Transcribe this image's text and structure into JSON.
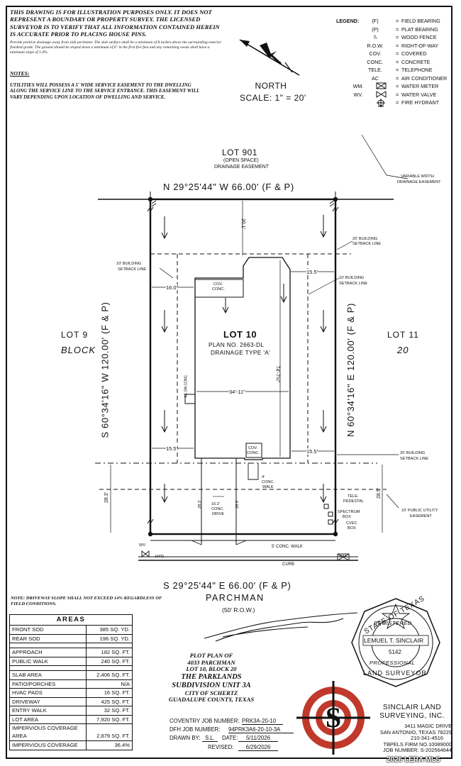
{
  "disclaimer": "THIS DRAWING IS FOR ILLUSTRATION PURPOSES ONLY. IT DOES NOT REPRESENT A BOUNDARY OR PROPERTY SURVEY. THE LICENSED SURVEYOR IS TO VERIFY THAT ALL INFORMATION CONTAINED HEREIN IS ACCURATE PRIOR TO PLACING HOUSE PINS.",
  "drainage_note": "Provide positive drainage away from slab perimeter. The slab surface shall be a minimum of 8 inches above the surrounding exterior finished grade. The ground should be sloped down a minimum of 6\" in the first five feet and any remaining swale shall have a minimum slope of 1.0%.",
  "notes_label": "NOTES:",
  "utilities_note": "UTILITIES WILL POSSESS A 5' WIDE SERVICE EASEMENT TO THE DWELLING ALONG THE SERVICE LINE TO THE SERVICE ENTRANCE. THIS EASEMENT WILL VARY DEPENDING UPON LOCATION OF DWELLING AND SERVICE.",
  "legend": {
    "title": "LEGEND:",
    "items": [
      {
        "symbol": "(F)",
        "label": "FIELD BEARING"
      },
      {
        "symbol": "(P)",
        "label": "PLAT BEARING"
      },
      {
        "symbol": "\\\\",
        "label": "WOOD FENCE"
      },
      {
        "symbol": "R.O.W.",
        "label": "RIGHT-OF-WAY"
      },
      {
        "symbol": "COV.",
        "label": "COVERED"
      },
      {
        "symbol": "CONC.",
        "label": "CONCRETE"
      },
      {
        "symbol": "TELE.",
        "label": "TELEPHONE"
      },
      {
        "symbol": "AC",
        "label": "AIR CONDITIONER"
      },
      {
        "symbol": "WM.",
        "label": "WATER METER"
      },
      {
        "symbol": "WV.",
        "label": "WATER VALVE"
      },
      {
        "symbol": "",
        "label": "FIRE HYDRANT"
      }
    ]
  },
  "north": {
    "label": "NORTH",
    "scale": "SCALE: 1\" = 20'"
  },
  "plan": {
    "lot_901": "LOT 901",
    "open_space": "(OPEN SPACE)",
    "drainage_easement": "DRAINAGE EASEMENT",
    "variable_easement_1": "VARIABLE WIDTH",
    "variable_easement_2": "DRAINAGE EASEMENT",
    "north_bearing": "N 29°25'44\" W 66.00' (F & P)",
    "south_bearing": "S 29°25'44\" E 66.00' (F & P)",
    "west_bearing": "S 60°34'16\" W 120.00' (F & P)",
    "east_bearing": "N 60°34'16\" E 120.00' (F & P)",
    "lot_9": "LOT 9",
    "block": "BLOCK",
    "lot_11": "LOT 11",
    "block_no": "20",
    "lot_10": "LOT 10",
    "plan_no": "PLAN NO. 2663-DL",
    "drainage_type": "DRAINAGE TYPE 'A'",
    "rear_setback_1": "20' BUILDING",
    "rear_setback_2": "SETBACK LINE",
    "side_setback_w1": "10' BUILDING",
    "side_setback_w2": "SETBACK LINE",
    "side_setback_e1": "10' BUILDING",
    "side_setback_e2": "SETBACK LINE",
    "front_setback_1": "25' BUILDING",
    "front_setback_2": "SETBACK LINE",
    "utility_easement_1": "10' PUBLIC UTILITY",
    "utility_easement_2": "EASEMENT",
    "dim_rear": "20.1'",
    "dim_west_top": "16.0'",
    "dim_east_top": "15.5'",
    "dim_house_width": "34'-11\"",
    "dim_house_depth": "74'-7½\"",
    "dim_west_bottom": "15.5'",
    "dim_east_bottom": "15.5'",
    "dim_front_west": "28.3'",
    "dim_front_east": "28.5'",
    "dim_drive_left": "28.3'",
    "dim_drive_right": "28.3'",
    "cov_conc_top_1": "COV.",
    "cov_conc_top_2": "CONC.",
    "ac_pad": "AC ON CONC.",
    "cov_conc_front_1": "COV.",
    "cov_conc_front_2": "CONC.",
    "walk_1": "4'",
    "walk_2": "CONC.",
    "walk_3": "WALK",
    "drive_1": "16.2'",
    "drive_2": "CONC.",
    "drive_3": "DRIVE",
    "tele_pedestal_1": "TELE.",
    "tele_pedestal_2": "PEDESTAL",
    "spectrum_1": "SPECTRUM",
    "spectrum_2": "BOX",
    "cvec_1": "CVEC",
    "cvec_2": "BOX",
    "conc_walk": "5' CONC. WALK",
    "curb": "CURB",
    "wv": "WV.",
    "hyd": "HYD.",
    "wm": "WM."
  },
  "street": {
    "name": "PARCHMAN",
    "row": "(50' R.O.W.)"
  },
  "driveway_note": "NOTE: DRIVEWAY SLOPE SHALL NOT EXCEED 14% REGARDLESS OF FIELD CONDITIONS.",
  "areas": {
    "title": "AREAS",
    "rows": [
      {
        "label": "FRONT SOD",
        "value": "385 SQ. YD."
      },
      {
        "label": "REAR SOD",
        "value": "196 SQ. YD."
      },
      {
        "label": "",
        "value": ""
      },
      {
        "label": "APPROACH",
        "value": "182 SQ. FT."
      },
      {
        "label": "PUBLIC WALK",
        "value": "240 SQ. FT."
      },
      {
        "label": "",
        "value": ""
      },
      {
        "label": "SLAB AREA",
        "value": "2,406 SQ. FT."
      },
      {
        "label": "PATIO/PORCHES",
        "value": "N/A"
      },
      {
        "label": "HVAC PADS",
        "value": "16 SQ. FT."
      },
      {
        "label": "DRIVEWAY",
        "value": "425 SQ. FT."
      },
      {
        "label": "ENTRY WALK",
        "value": "32 SQ. FT."
      },
      {
        "label": "LOT AREA",
        "value": "7,920 SQ. FT."
      },
      {
        "label": "IMPERVIOUS COVERAGE AREA",
        "value": "2,879 SQ. FT."
      },
      {
        "label": "IMPERVIOUS COVERAGE",
        "value": "36.4%"
      }
    ]
  },
  "plot_plan": {
    "l1": "PLOT PLAN OF",
    "l2": "4033 PARCHMAN",
    "l3": "LOT 10, BLOCK 20",
    "l4": "THE PARKLANDS",
    "l5": "SUBDIVISION UNIT 3A",
    "l6": "CITY OF SCHERTZ",
    "l7": "GUADALUPE COUNTY, TEXAS"
  },
  "job_info": {
    "coventry_label": "COVENTRY JOB NUMBER:",
    "coventry_value": "PRK3A-20-10",
    "dfh_label": "DFH JOB NUMBER:",
    "dfh_value": "94PRK3A6-20-10-3A",
    "drawn_label": "DRAWN BY:",
    "drawn_value": "S.L.",
    "date_label": "DATE:",
    "date_value": "5/11/2026",
    "revised_label": "REVISED:",
    "revised_value": "6/29/2026"
  },
  "seal": {
    "top": "STATE OF TEXAS",
    "registered": "REGISTERED",
    "name": "LEMUEL T. SINCLAIR",
    "number": "5142",
    "bottom1": "PROFESSIONAL",
    "bottom2": "LAND SURVEYOR"
  },
  "company": {
    "name1": "SINCLAIR LAND",
    "name2": "SURVEYING, INC.",
    "address1": "3411 MAGIC DRIVE",
    "address2": "SAN ANTONIO, TEXAS 78229",
    "phone": "210-341-4516",
    "firm": "TBPELS FIRM NO.10089000",
    "job": "JOB NUMBER: S-202564644",
    "logo_letter": "S"
  },
  "watermark": "2026 LERA MLS",
  "colors": {
    "logo_red": "#c0392b",
    "ink": "#111111"
  }
}
